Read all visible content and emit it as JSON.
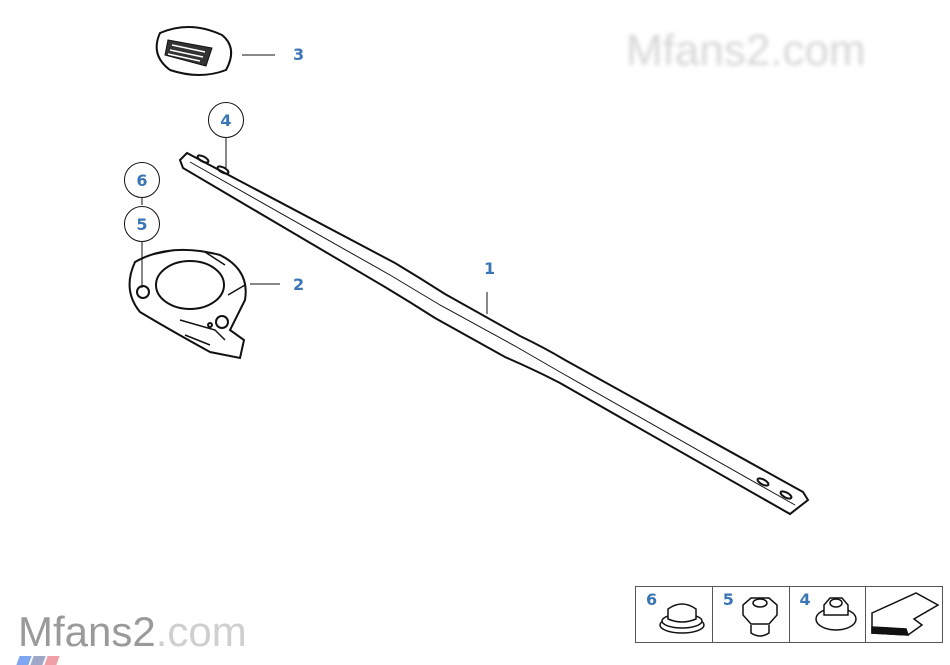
{
  "watermark": {
    "brand": "Mfans2",
    "domain": ".com",
    "stripe_colors": [
      "#7fa6f0",
      "#a0a8c8",
      "#f2a0a8"
    ]
  },
  "callouts": {
    "part1": "1",
    "part2": "2",
    "part3": "3",
    "part4": "4",
    "part5": "5",
    "part6": "6"
  },
  "legend": {
    "items": [
      {
        "number": "6",
        "icon": "cap-icon"
      },
      {
        "number": "5",
        "icon": "collar-nut-icon"
      },
      {
        "number": "4",
        "icon": "flange-nut-icon"
      },
      {
        "number": "",
        "icon": "arrow-icon"
      }
    ]
  },
  "colors": {
    "label": "#3a75b5",
    "line": "#111111"
  }
}
